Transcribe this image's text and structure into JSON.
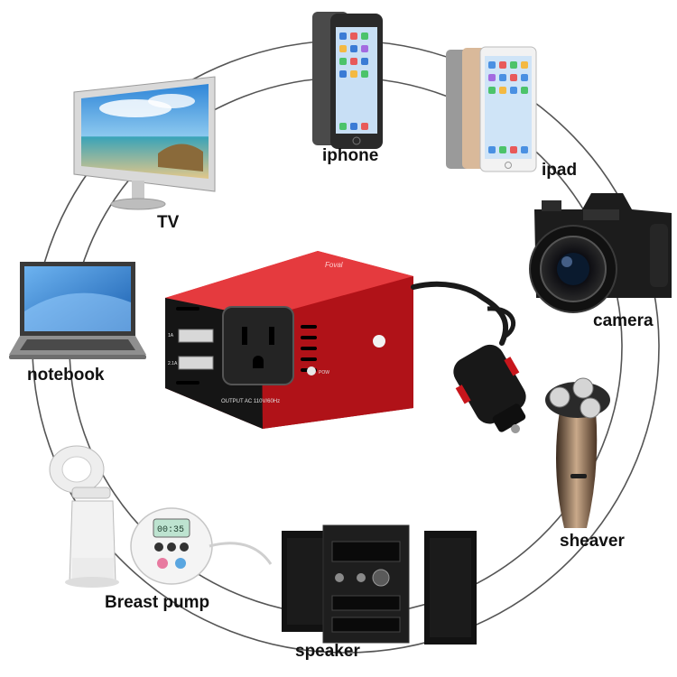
{
  "labels": {
    "iphone": "iphone",
    "ipad": "ipad",
    "tv": "TV",
    "camera": "camera",
    "notebook": "notebook",
    "shaver": "sheaver",
    "breast_pump": "Breast pump",
    "speaker": "speaker"
  },
  "inverter": {
    "brand": "Foval",
    "output_text": "OUTPUT AC 110V/60Hz",
    "pow_text": "POW",
    "usb_text_top": "1A",
    "usb_text_bottom": "2.1A"
  },
  "pump_display": "00:35",
  "colors": {
    "inverter_red": "#c8161c",
    "inverter_dark": "#151515",
    "ring_line": "#555555",
    "background": "#ffffff",
    "label_text": "#111111"
  }
}
